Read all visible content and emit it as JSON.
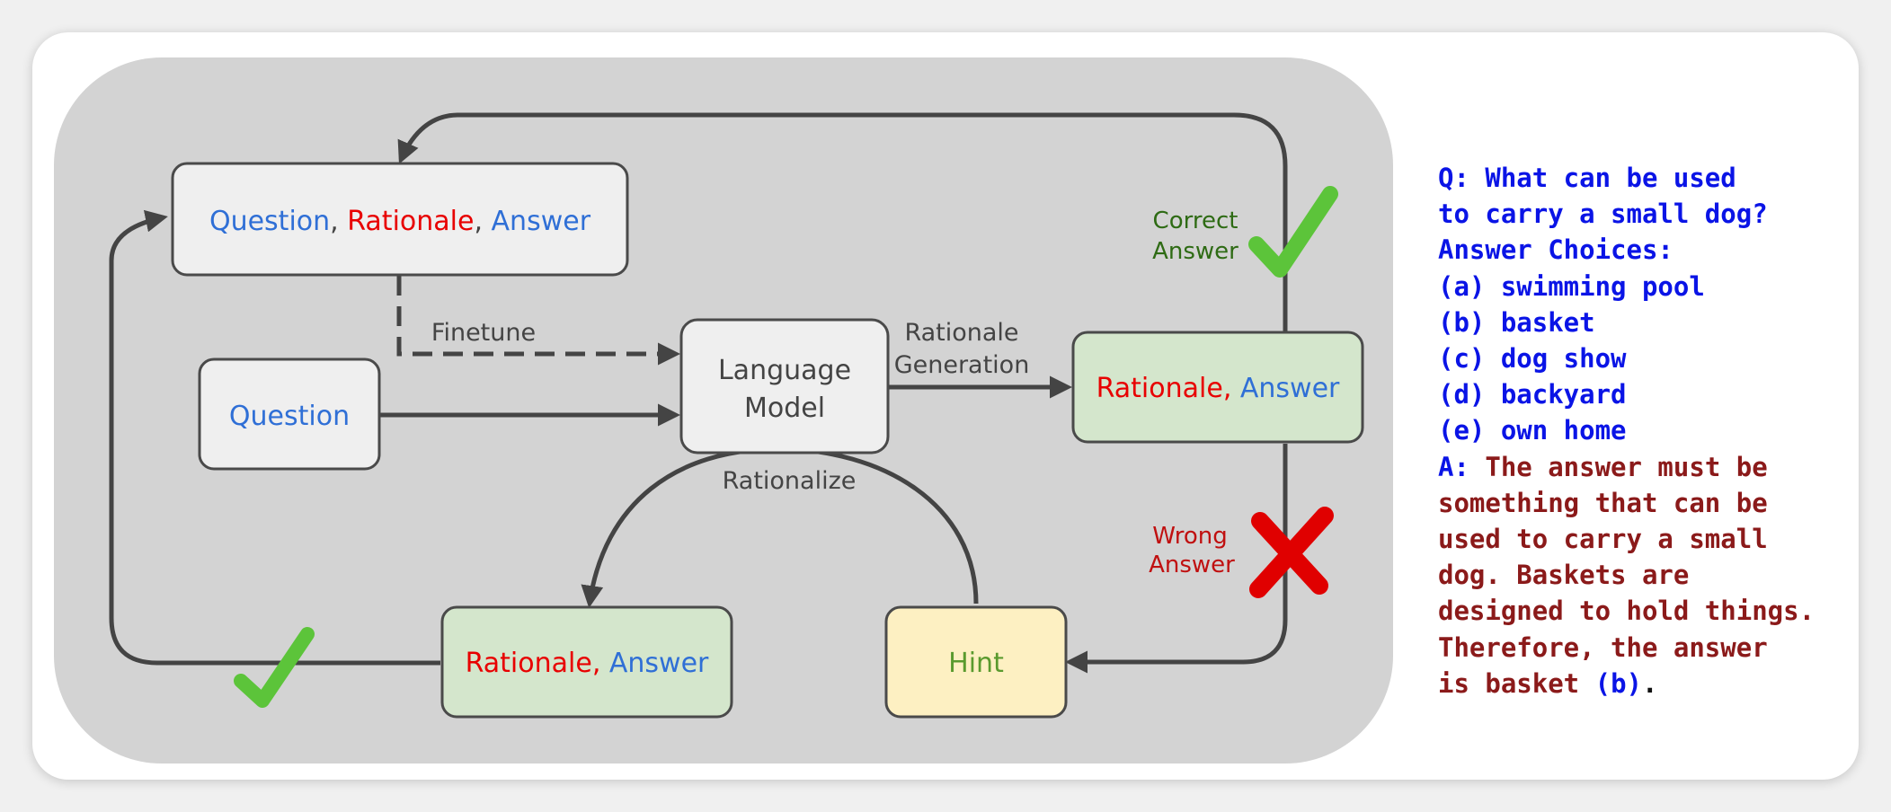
{
  "colors": {
    "blue": "#2f6fd6",
    "red": "#e80000",
    "correct_green": "#2e6b14",
    "wrong_red": "#c01010",
    "check_green": "#5cc43a",
    "hint_fill": "#fdf0c2",
    "answer_box_fill": "#d4e6cc",
    "panel_gray": "#d3d3d3"
  },
  "boxes": {
    "qra": {
      "part1": "Question",
      "sep1": ", ",
      "part2": "Rationale",
      "sep2": ", ",
      "part3": "Answer"
    },
    "question": {
      "label": "Question"
    },
    "language_model": {
      "line1": "Language",
      "line2": "Model"
    },
    "generated": {
      "part1": "Rationale",
      "sep": ", ",
      "part2": "Answer"
    },
    "rationalized": {
      "part1": "Rationale",
      "sep": ", ",
      "part2": "Answer"
    },
    "hint": {
      "label": "Hint"
    }
  },
  "labels": {
    "finetune": "Finetune",
    "rationale_generation_line1": "Rationale",
    "rationale_generation_line2": "Generation",
    "rationalize": "Rationalize",
    "correct_line1": "Correct",
    "correct_line2": "Answer",
    "wrong_line1": "Wrong",
    "wrong_line2": "Answer"
  },
  "icons": [
    "check-icon",
    "check-icon",
    "cross-icon"
  ],
  "qa": {
    "question_lines": [
      "Q: What can be used",
      "to carry a small dog?",
      "Answer Choices:",
      "(a) swimming pool",
      "(b) basket",
      "(c) dog show",
      "(d) backyard",
      "(e) own home"
    ],
    "answer_prefix": "A:",
    "answer_first": " The answer must be",
    "answer_lines": [
      "something that can be",
      "used to carry a small",
      "dog. Baskets are",
      "designed to hold things.",
      "Therefore, the answer"
    ],
    "answer_last_start": "is basket ",
    "answer_last_choice": "(b)",
    "answer_last_end": "."
  }
}
